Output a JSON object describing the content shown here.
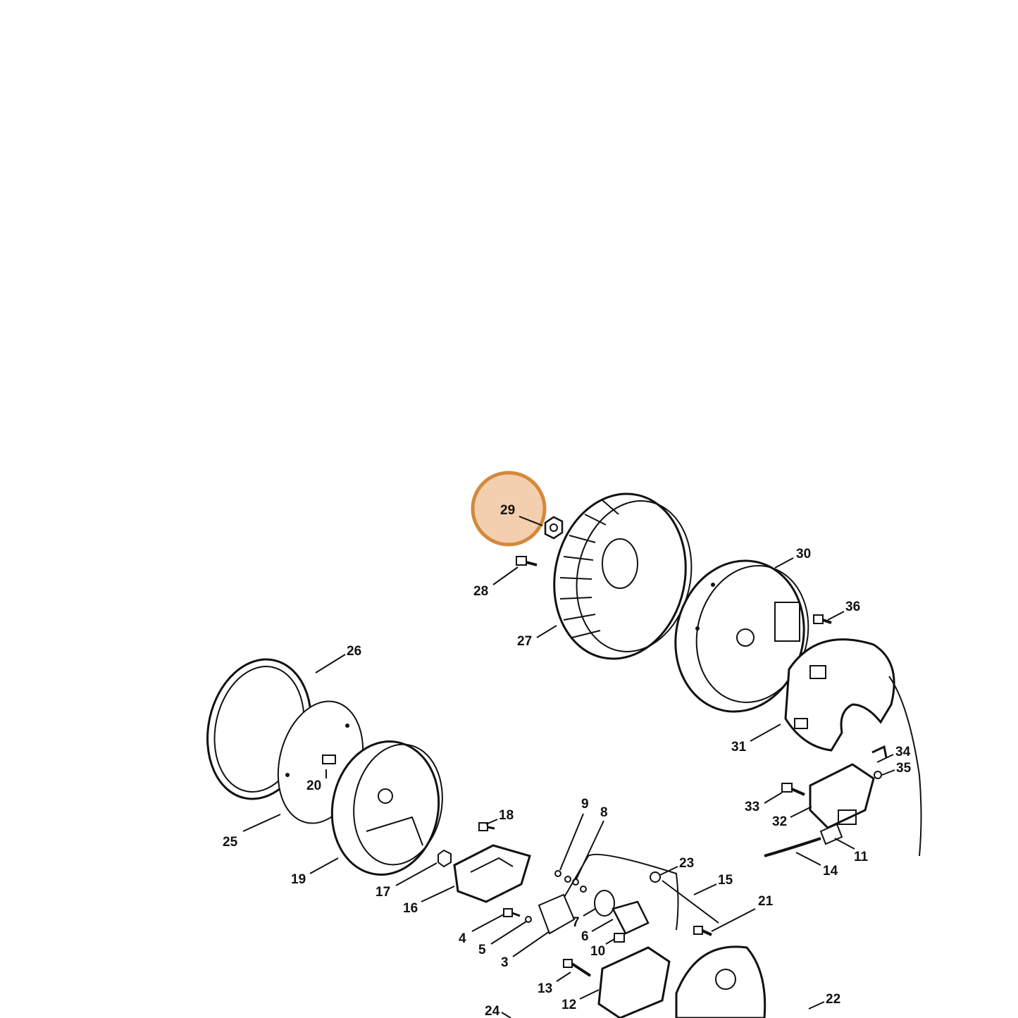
{
  "highlight": {
    "label": "29",
    "fill": "#f2c7a1",
    "stroke": "#d4893a"
  },
  "labels": {
    "p3": "3",
    "p4": "4",
    "p5": "5",
    "p6": "6",
    "p7": "7",
    "p8": "8",
    "p9": "9",
    "p10": "10",
    "p11": "11",
    "p12": "12",
    "p13": "13",
    "p14": "14",
    "p15": "15",
    "p16": "16",
    "p17": "17",
    "p18": "18",
    "p19": "19",
    "p20": "20",
    "p21": "21",
    "p22": "22",
    "p23": "23",
    "p24": "24",
    "p25": "25",
    "p26": "26",
    "p27": "27",
    "p28": "28",
    "p30": "30",
    "p31": "31",
    "p32": "32",
    "p33": "33",
    "p34": "34",
    "p35": "35",
    "p36": "36"
  }
}
